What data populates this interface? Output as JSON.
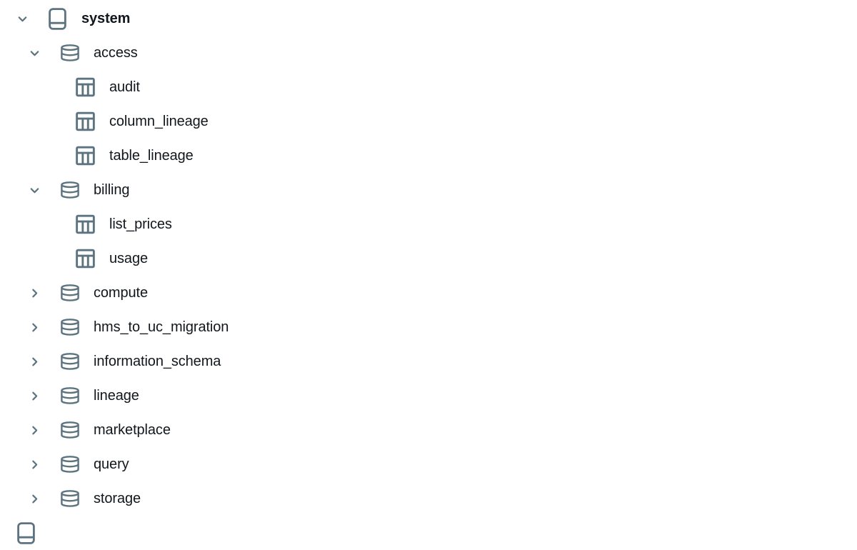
{
  "colors": {
    "background": "#ffffff",
    "icon": "#5c7381",
    "chevron": "#5c7381",
    "text": "#11171c"
  },
  "tree": {
    "items": [
      {
        "label": "system",
        "type": "catalog",
        "level": 0,
        "state": "expanded",
        "bold": true
      },
      {
        "label": "access",
        "type": "schema",
        "level": 1,
        "state": "expanded",
        "bold": false
      },
      {
        "label": "audit",
        "type": "table",
        "level": 2,
        "state": "leaf",
        "bold": false
      },
      {
        "label": "column_lineage",
        "type": "table",
        "level": 2,
        "state": "leaf",
        "bold": false
      },
      {
        "label": "table_lineage",
        "type": "table",
        "level": 2,
        "state": "leaf",
        "bold": false
      },
      {
        "label": "billing",
        "type": "schema",
        "level": 1,
        "state": "expanded",
        "bold": false
      },
      {
        "label": "list_prices",
        "type": "table",
        "level": 2,
        "state": "leaf",
        "bold": false
      },
      {
        "label": "usage",
        "type": "table",
        "level": 2,
        "state": "leaf",
        "bold": false
      },
      {
        "label": "compute",
        "type": "schema",
        "level": 1,
        "state": "collapsed",
        "bold": false
      },
      {
        "label": "hms_to_uc_migration",
        "type": "schema",
        "level": 1,
        "state": "collapsed",
        "bold": false
      },
      {
        "label": "information_schema",
        "type": "schema",
        "level": 1,
        "state": "collapsed",
        "bold": false
      },
      {
        "label": "lineage",
        "type": "schema",
        "level": 1,
        "state": "collapsed",
        "bold": false
      },
      {
        "label": "marketplace",
        "type": "schema",
        "level": 1,
        "state": "collapsed",
        "bold": false
      },
      {
        "label": "query",
        "type": "schema",
        "level": 1,
        "state": "collapsed",
        "bold": false
      },
      {
        "label": "storage",
        "type": "schema",
        "level": 1,
        "state": "collapsed",
        "bold": false
      },
      {
        "label": "",
        "type": "catalog",
        "level": 0,
        "state": "partial",
        "bold": false
      }
    ]
  }
}
